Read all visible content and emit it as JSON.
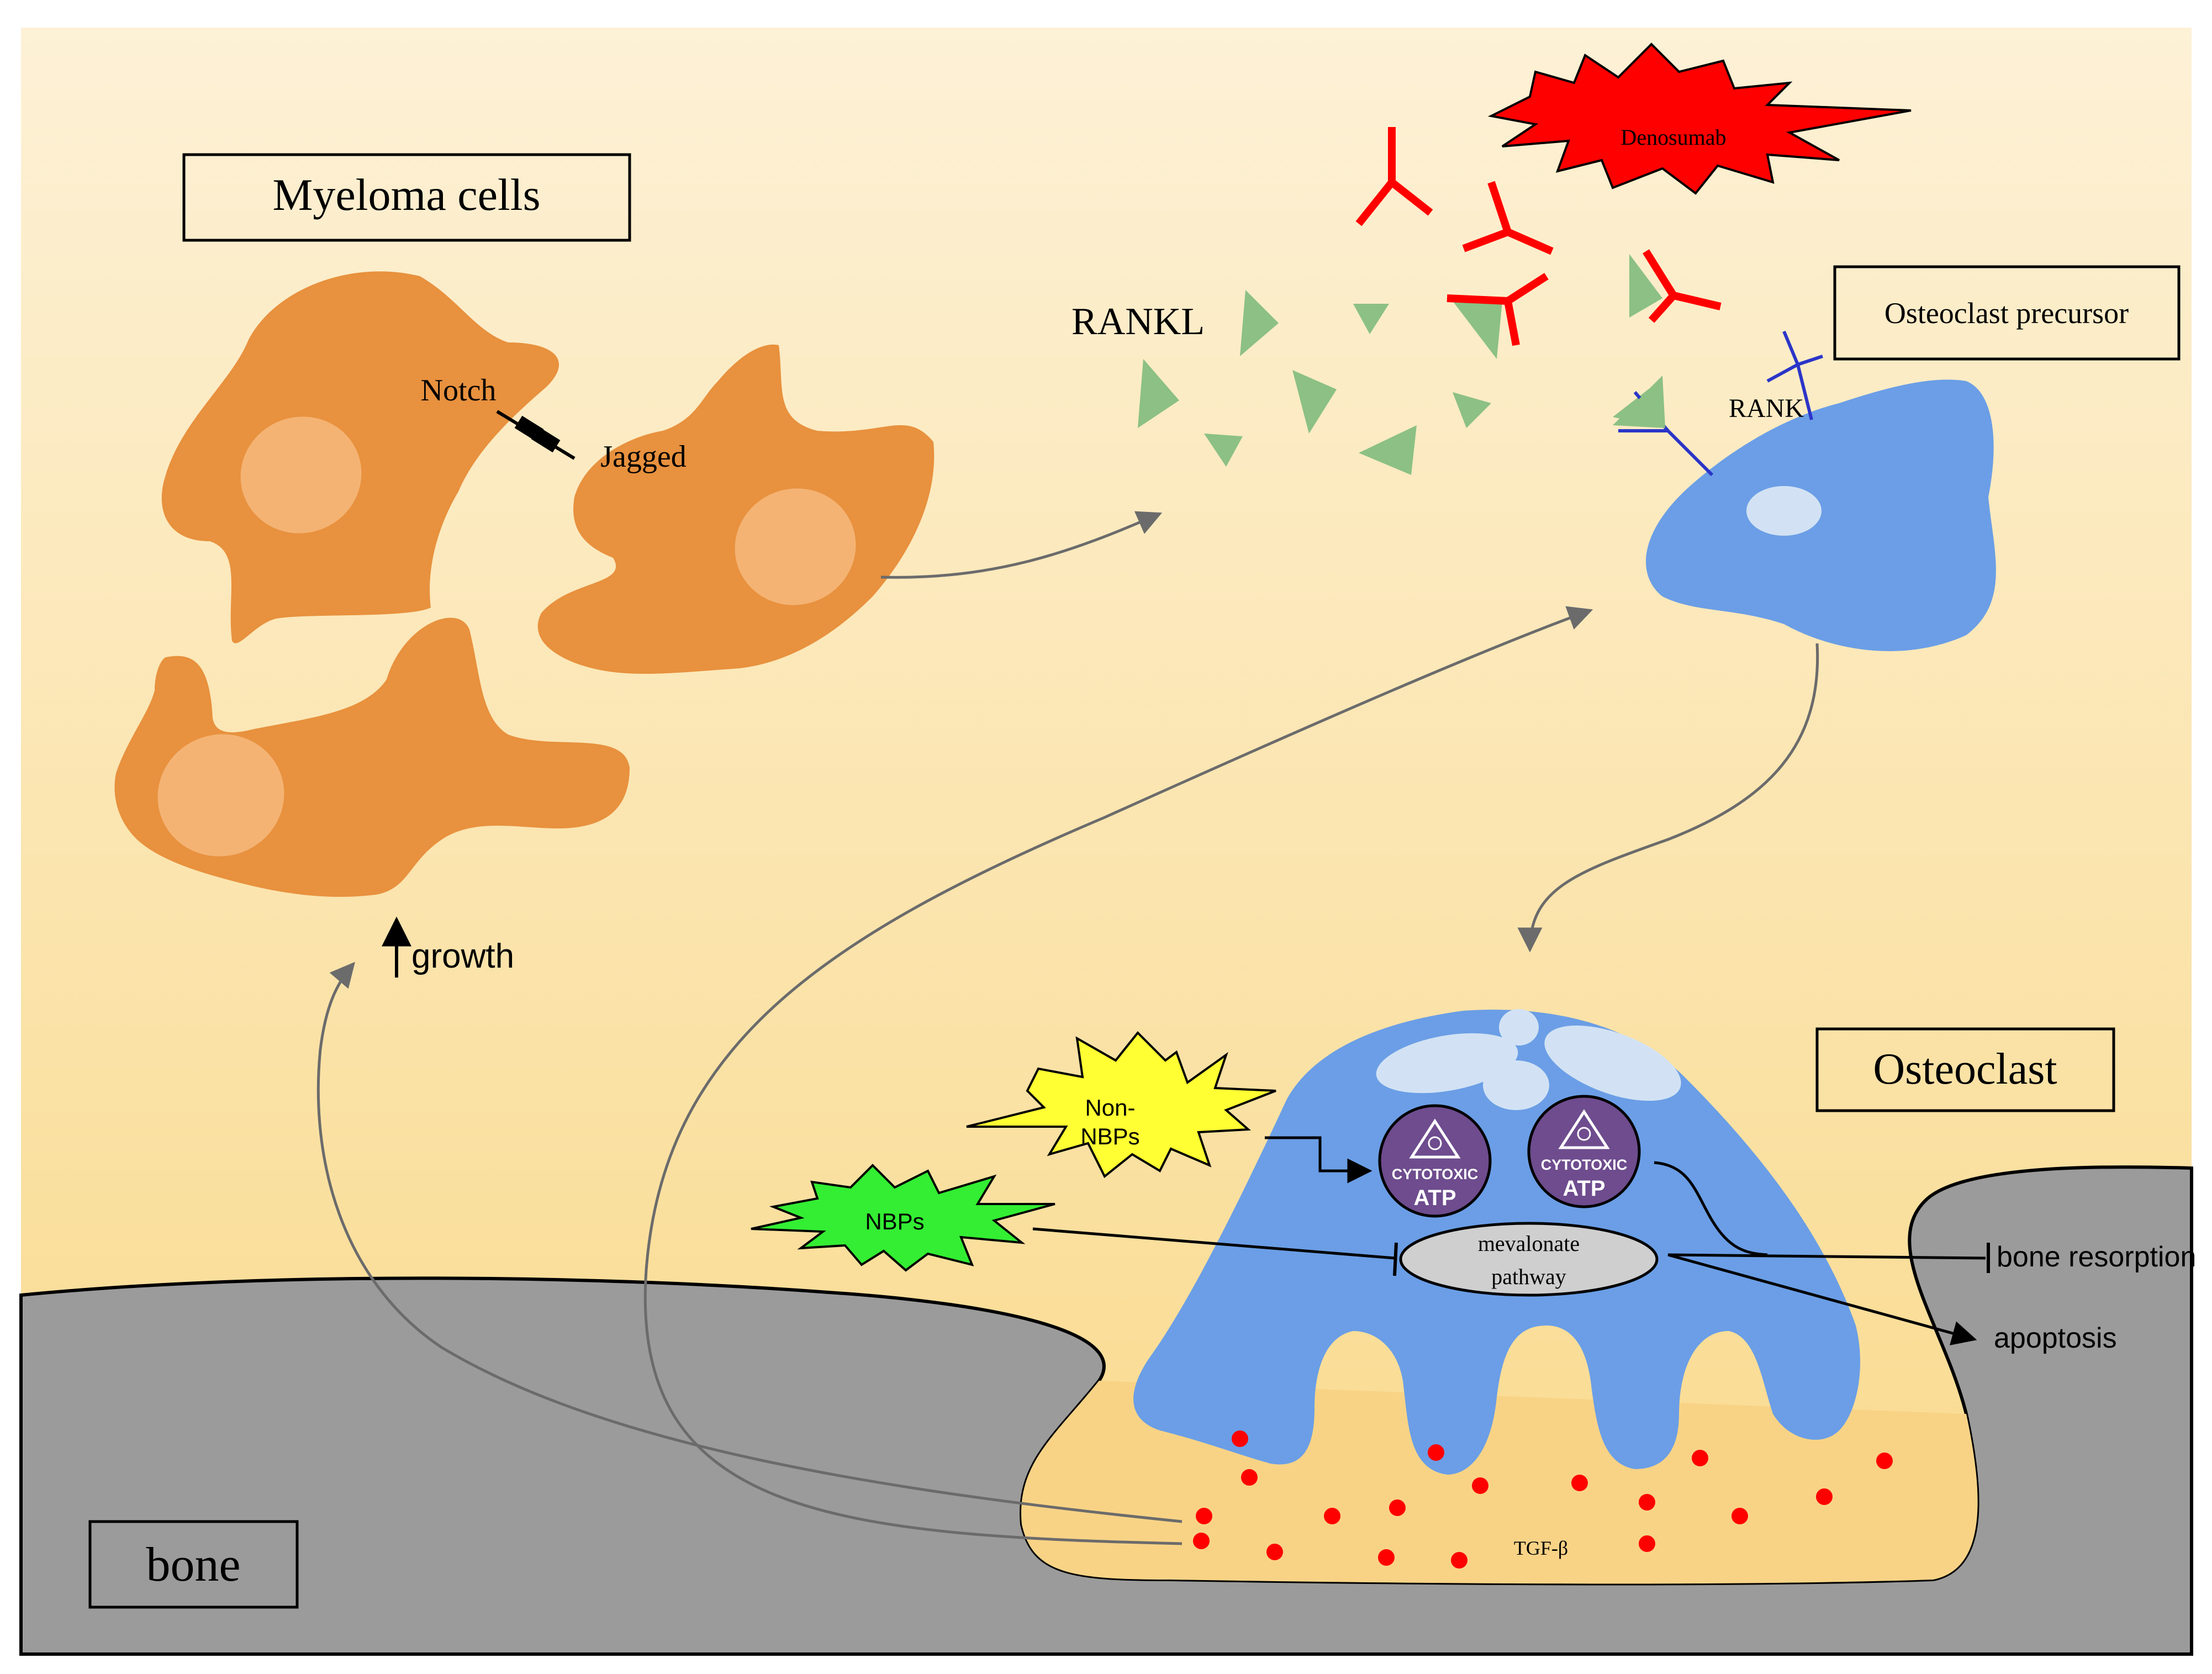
{
  "labels": {
    "myeloma_cells": "Myeloma cells",
    "notch": "Notch",
    "jagged": "Jagged",
    "growth": "growth",
    "rankl": "RANKL",
    "denosumab": "Denosumab",
    "osteoclast_precursor": "Osteoclast precursor",
    "rank": "RANK",
    "osteoclast": "Osteoclast",
    "non_nbps_line1": "Non-",
    "non_nbps_line2": "NBPs",
    "nbps": "NBPs",
    "mevalonate_line1": "mevalonate",
    "mevalonate_line2": "pathway",
    "cytotoxic": "CYTOTOXIC",
    "atp": "ATP",
    "bone_resorption": "bone resorption",
    "apoptosis": "apoptosis",
    "tgf_beta": "TGF-β",
    "bone": "bone"
  },
  "colors": {
    "background_top": "#fdf1d6",
    "background_bottom": "#f9d98a",
    "bone_gray": "#9b9b9b",
    "myeloma_orange": "#e8913e",
    "myeloma_nucleus": "#f4b373",
    "osteoclast_blue": "#6b9ee6",
    "vacuole": "#d2e2f4",
    "rankl_green": "#8cc084",
    "denosumab_red": "#ff0000",
    "rank_receptor": "#2b35c8",
    "atp_purple": "#6e4c8e",
    "non_nbps_yellow": "#ffff33",
    "nbps_green": "#33ee33",
    "tgf_dot": "#ff0000",
    "arrow_gray": "#6b6b6b"
  },
  "icons": [
    "toxic-skull-icon",
    "starburst-icon",
    "antibody-icon",
    "receptor-icon"
  ]
}
